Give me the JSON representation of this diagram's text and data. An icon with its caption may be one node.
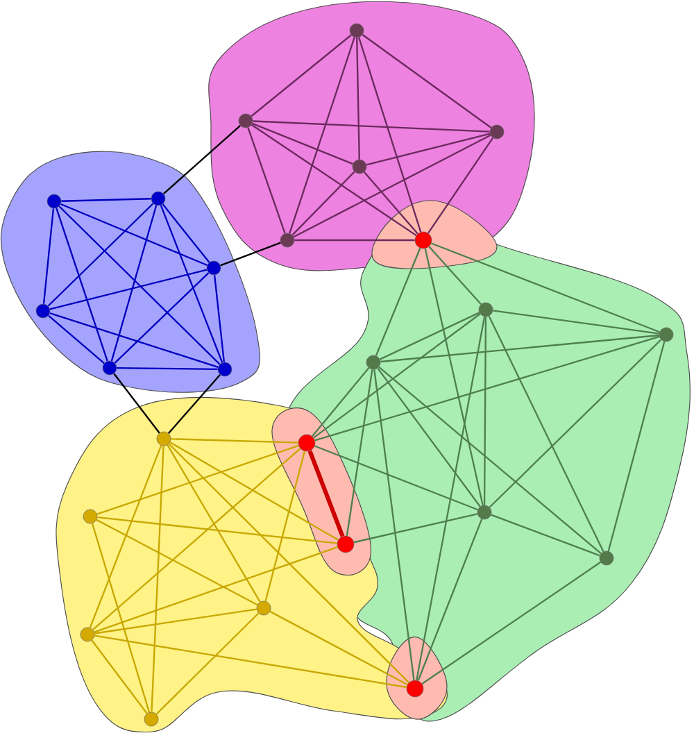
{
  "diagram": {
    "nodes": [
      {
        "text": [],
        "shape": "circle"
      },
      {
        "text": [],
        "shape": "circle"
      },
      {
        "text": [],
        "shape": "circle"
      },
      {
        "text": [],
        "shape": "circle"
      },
      {
        "text": [],
        "shape": "circle"
      },
      {
        "text": [],
        "shape": "circle"
      },
      {
        "text": [],
        "shape": "circle"
      },
      {
        "text": [],
        "shape": "circle"
      },
      {
        "text": [],
        "shape": "circle"
      },
      {
        "text": [],
        "shape": "circle"
      },
      {
        "text": [],
        "shape": "circle"
      },
      {
        "text": [],
        "shape": "circle"
      },
      {
        "text": [],
        "shape": "circle"
      },
      {
        "text": [],
        "shape": "circle"
      },
      {
        "text": [],
        "shape": "circle"
      },
      {
        "text": [],
        "shape": "circle"
      },
      {
        "text": [],
        "shape": "circle"
      },
      {
        "text": [],
        "shape": "circle"
      },
      {
        "text": [],
        "shape": "circle"
      },
      {
        "text": [],
        "shape": "circle"
      },
      {
        "text": [],
        "shape": "circle"
      },
      {
        "text": [],
        "shape": "circle"
      },
      {
        "text": [],
        "shape": "circle"
      },
      {
        "text": [],
        "shape": "circle"
      },
      {
        "text": [],
        "shape": "circle"
      }
    ],
    "edges": [
      {
        "from": 0,
        "to": 1,
        "arrow": "none",
        "color": "#6b2a5e"
      },
      {
        "from": 0,
        "to": 2,
        "arrow": "none",
        "color": "#6b2a5e"
      },
      {
        "from": 0,
        "to": 3,
        "arrow": "none",
        "color": "#6b2a5e"
      },
      {
        "from": 0,
        "to": 6,
        "arrow": "none",
        "color": "#6b2a5e"
      },
      {
        "from": 0,
        "to": 7,
        "arrow": "none",
        "color": "#6b2a5e"
      },
      {
        "from": 1,
        "to": 2,
        "arrow": "none",
        "color": "#6b2a5e"
      },
      {
        "from": 1,
        "to": 3,
        "arrow": "none",
        "color": "#6b2a5e"
      },
      {
        "from": 1,
        "to": 6,
        "arrow": "none",
        "color": "#6b2a5e"
      },
      {
        "from": 1,
        "to": 7,
        "arrow": "none",
        "color": "#6b2a5e"
      },
      {
        "from": 2,
        "to": 3,
        "arrow": "none",
        "color": "#6b2a5e"
      },
      {
        "from": 2,
        "to": 6,
        "arrow": "none",
        "color": "#6b2a5e"
      },
      {
        "from": 2,
        "to": 7,
        "arrow": "none",
        "color": "#6b2a5e"
      },
      {
        "from": 3,
        "to": 6,
        "arrow": "none",
        "color": "#6b2a5e"
      },
      {
        "from": 3,
        "to": 7,
        "arrow": "none",
        "color": "#6b2a5e"
      },
      {
        "from": 6,
        "to": 7,
        "arrow": "none",
        "color": "#6b2a5e"
      },
      {
        "from": 4,
        "to": 5,
        "arrow": "none",
        "color": "#0000c0"
      },
      {
        "from": 4,
        "to": 8,
        "arrow": "none",
        "color": "#0000c0"
      },
      {
        "from": 4,
        "to": 10,
        "arrow": "none",
        "color": "#0000c0"
      },
      {
        "from": 4,
        "to": 13,
        "arrow": "none",
        "color": "#0000c0"
      },
      {
        "from": 4,
        "to": 14,
        "arrow": "none",
        "color": "#0000c0"
      },
      {
        "from": 5,
        "to": 8,
        "arrow": "none",
        "color": "#0000c0"
      },
      {
        "from": 5,
        "to": 10,
        "arrow": "none",
        "color": "#0000c0"
      },
      {
        "from": 5,
        "to": 13,
        "arrow": "none",
        "color": "#0000c0"
      },
      {
        "from": 5,
        "to": 14,
        "arrow": "none",
        "color": "#0000c0"
      },
      {
        "from": 8,
        "to": 10,
        "arrow": "none",
        "color": "#0000c0"
      },
      {
        "from": 8,
        "to": 13,
        "arrow": "none",
        "color": "#0000c0"
      },
      {
        "from": 8,
        "to": 14,
        "arrow": "none",
        "color": "#0000c0"
      },
      {
        "from": 10,
        "to": 13,
        "arrow": "none",
        "color": "#0000c0"
      },
      {
        "from": 10,
        "to": 14,
        "arrow": "none",
        "color": "#0000c0"
      },
      {
        "from": 13,
        "to": 14,
        "arrow": "none",
        "color": "#0000c0"
      },
      {
        "from": 1,
        "to": 4,
        "arrow": "none",
        "color": "#000000"
      },
      {
        "from": 6,
        "to": 8,
        "arrow": "none",
        "color": "#000000"
      },
      {
        "from": 13,
        "to": 15,
        "arrow": "none",
        "color": "#000000"
      },
      {
        "from": 14,
        "to": 15,
        "arrow": "none",
        "color": "#000000"
      },
      {
        "from": 7,
        "to": 9,
        "arrow": "none",
        "color": "#4f7f4f"
      },
      {
        "from": 7,
        "to": 11,
        "arrow": "none",
        "color": "#4f7f4f"
      },
      {
        "from": 7,
        "to": 12,
        "arrow": "none",
        "color": "#4f7f4f"
      },
      {
        "from": 7,
        "to": 17,
        "arrow": "none",
        "color": "#4f7f4f"
      },
      {
        "from": 9,
        "to": 11,
        "arrow": "none",
        "color": "#4f7f4f"
      },
      {
        "from": 9,
        "to": 12,
        "arrow": "none",
        "color": "#4f7f4f"
      },
      {
        "from": 9,
        "to": 16,
        "arrow": "none",
        "color": "#4f7f4f"
      },
      {
        "from": 9,
        "to": 17,
        "arrow": "none",
        "color": "#4f7f4f"
      },
      {
        "from": 9,
        "to": 20,
        "arrow": "none",
        "color": "#4f7f4f"
      },
      {
        "from": 9,
        "to": 23,
        "arrow": "none",
        "color": "#4f7f4f"
      },
      {
        "from": 11,
        "to": 12,
        "arrow": "none",
        "color": "#4f7f4f"
      },
      {
        "from": 11,
        "to": 16,
        "arrow": "none",
        "color": "#4f7f4f"
      },
      {
        "from": 11,
        "to": 17,
        "arrow": "none",
        "color": "#4f7f4f"
      },
      {
        "from": 11,
        "to": 20,
        "arrow": "none",
        "color": "#4f7f4f"
      },
      {
        "from": 12,
        "to": 16,
        "arrow": "none",
        "color": "#4f7f4f"
      },
      {
        "from": 12,
        "to": 17,
        "arrow": "none",
        "color": "#4f7f4f"
      },
      {
        "from": 12,
        "to": 19,
        "arrow": "none",
        "color": "#4f7f4f"
      },
      {
        "from": 12,
        "to": 20,
        "arrow": "none",
        "color": "#4f7f4f"
      },
      {
        "from": 12,
        "to": 23,
        "arrow": "none",
        "color": "#4f7f4f"
      },
      {
        "from": 16,
        "to": 17,
        "arrow": "none",
        "color": "#4f7f4f"
      },
      {
        "from": 19,
        "to": 17,
        "arrow": "none",
        "color": "#4f7f4f"
      },
      {
        "from": 17,
        "to": 20,
        "arrow": "none",
        "color": "#4f7f4f"
      },
      {
        "from": 17,
        "to": 23,
        "arrow": "none",
        "color": "#4f7f4f"
      },
      {
        "from": 20,
        "to": 23,
        "arrow": "none",
        "color": "#4f7f4f"
      },
      {
        "from": 16,
        "to": 19,
        "arrow": "none",
        "style": "thick",
        "color": "#cc0000"
      },
      {
        "from": 15,
        "to": 16,
        "arrow": "none",
        "color": "#c8a800"
      },
      {
        "from": 15,
        "to": 19,
        "arrow": "none",
        "color": "#c8a800"
      },
      {
        "from": 15,
        "to": 21,
        "arrow": "none",
        "color": "#c8a800"
      },
      {
        "from": 15,
        "to": 22,
        "arrow": "none",
        "color": "#c8a800"
      },
      {
        "from": 15,
        "to": 23,
        "arrow": "none",
        "color": "#c8a800"
      },
      {
        "from": 15,
        "to": 24,
        "arrow": "none",
        "color": "#c8a800"
      },
      {
        "from": 18,
        "to": 16,
        "arrow": "none",
        "color": "#c8a800"
      },
      {
        "from": 18,
        "to": 19,
        "arrow": "none",
        "color": "#c8a800"
      },
      {
        "from": 18,
        "to": 21,
        "arrow": "none",
        "color": "#c8a800"
      },
      {
        "from": 18,
        "to": 24,
        "arrow": "none",
        "color": "#c8a800"
      },
      {
        "from": 22,
        "to": 16,
        "arrow": "none",
        "color": "#c8a800"
      },
      {
        "from": 22,
        "to": 19,
        "arrow": "none",
        "color": "#c8a800"
      },
      {
        "from": 22,
        "to": 21,
        "arrow": "none",
        "color": "#c8a800"
      },
      {
        "from": 22,
        "to": 23,
        "arrow": "none",
        "color": "#c8a800"
      },
      {
        "from": 22,
        "to": 24,
        "arrow": "none",
        "color": "#c8a800"
      },
      {
        "from": 21,
        "to": 16,
        "arrow": "none",
        "color": "#c8a800"
      },
      {
        "from": 21,
        "to": 23,
        "arrow": "none",
        "color": "#c8a800"
      },
      {
        "from": 21,
        "to": 24,
        "arrow": "none",
        "color": "#c8a800"
      }
    ]
  }
}
